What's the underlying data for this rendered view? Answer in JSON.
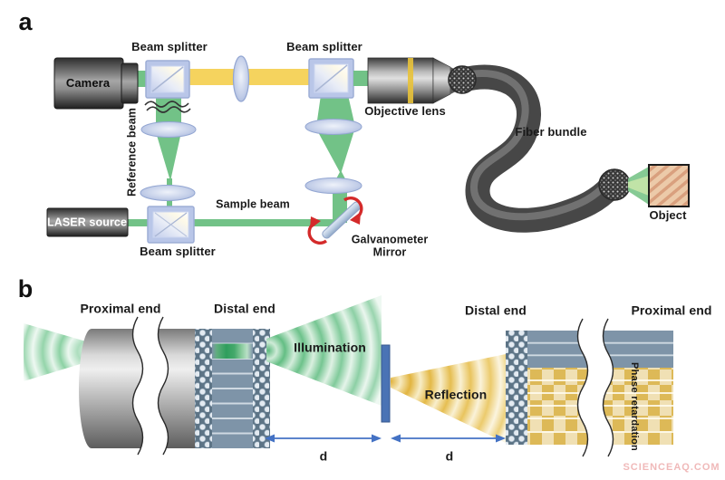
{
  "figure": {
    "panel_a": {
      "panel_label": "a",
      "camera_label": "Camera",
      "beam_splitter_top_left_label": "Beam splitter",
      "beam_splitter_top_right_label": "Beam splitter",
      "beam_splitter_bottom_label": "Beam splitter",
      "reference_beam_label": "Reference beam",
      "sample_beam_label": "Sample beam",
      "laser_source_label": "LASER source",
      "galvanometer_label_line1": "Galvanometer",
      "galvanometer_label_line2": "Mirror",
      "objective_lens_label": "Objective lens",
      "fiber_bundle_label": "Fiber bundle",
      "object_label": "Object"
    },
    "panel_b": {
      "panel_label": "b",
      "left_proximal_end_label": "Proximal end",
      "left_distal_end_label": "Distal end",
      "illumination_label": "Illumination",
      "reflection_label": "Reflection",
      "right_distal_end_label": "Distal end",
      "right_proximal_end_label": "Proximal end",
      "phase_retardation_label": "Phase retardation",
      "distance_left_label": "d",
      "distance_right_label": "d"
    },
    "watermark": "SCIENCEAQ.COM",
    "colors": {
      "beam_green": "#72c287",
      "beam_yellow": "#f5d35e",
      "optic_blue": "#b9c6e8",
      "arrow_red": "#d42a2a",
      "arrow_blue": "#4472c4",
      "screen_bar_blue": "#4a73b5",
      "reflection_yellow": "#e3b742",
      "fiber_slate": "#7e94a8",
      "watermark_pink": "#f0b9b9"
    }
  }
}
